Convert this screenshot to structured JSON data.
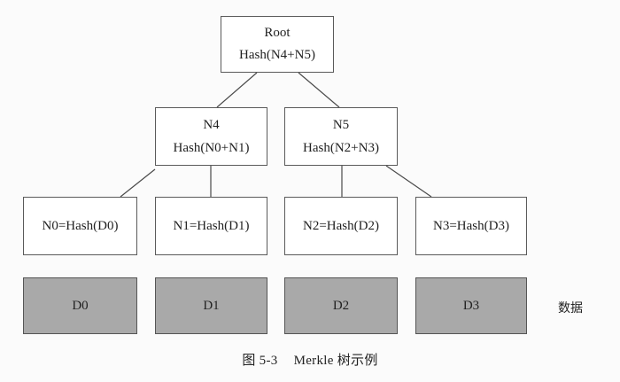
{
  "root": {
    "title": "Root",
    "hash": "Hash(N4+N5)"
  },
  "n4": {
    "title": "N4",
    "hash": "Hash(N0+N1)"
  },
  "n5": {
    "title": "N5",
    "hash": "Hash(N2+N3)"
  },
  "leaves": [
    "N0=Hash(D0)",
    "N1=Hash(D1)",
    "N2=Hash(D2)",
    "N3=Hash(D3)"
  ],
  "data_blocks": [
    "D0",
    "D1",
    "D2",
    "D3"
  ],
  "data_label": "数据",
  "caption": {
    "number": "图 5-3",
    "text": "Merkle 树示例"
  },
  "colors": {
    "data_fill": "#a9a9a9",
    "box_border": "#5a5a5a",
    "line": "#4a4a4a"
  }
}
